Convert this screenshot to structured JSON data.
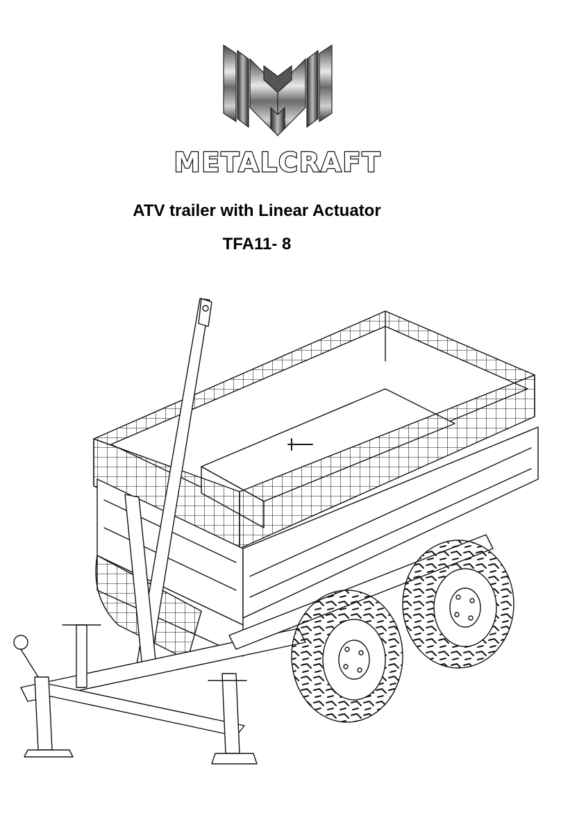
{
  "brand": {
    "logo_text": "METALCRAFT"
  },
  "document": {
    "title": "ATV trailer with Linear Actuator",
    "model": "TFA11- 8"
  }
}
